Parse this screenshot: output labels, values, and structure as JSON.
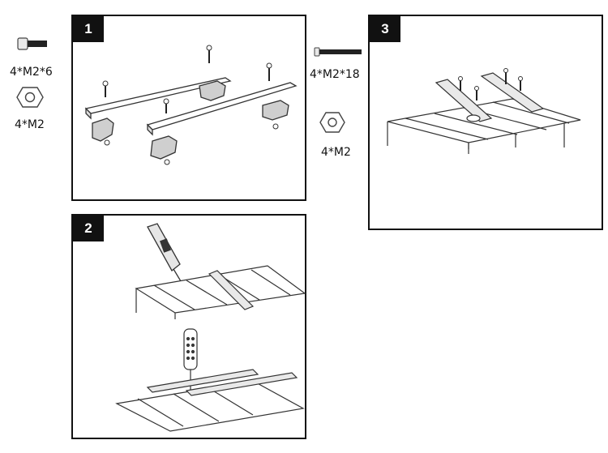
{
  "parts": {
    "left_screw_label": "4*M2*6",
    "left_nut_label": "4*M2",
    "right_screw_label": "4*M2*18",
    "right_nut_label": "4*M2"
  },
  "steps": [
    {
      "number": "1"
    },
    {
      "number": "2"
    },
    {
      "number": "3"
    }
  ]
}
